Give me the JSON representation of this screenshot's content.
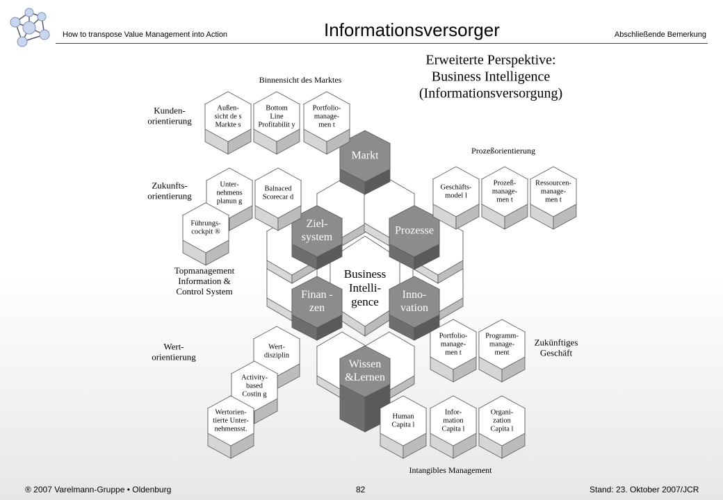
{
  "header": {
    "left_text": "How to transpose Value Management into Action",
    "title": "Informationsversorger",
    "right_text": "Abschließende Bemerkung"
  },
  "footer": {
    "left_text": "® 2007 Varelmann-Gruppe • Oldenburg",
    "page_number": "82",
    "right_text": "Stand: 23. Oktober 2007/JCR"
  },
  "diagram": {
    "heading": [
      "Erweiterte Perspektive:",
      "Business Intelligence",
      "(Informationsversorgung)"
    ],
    "center": [
      "Business",
      "Intelli-",
      "gence"
    ],
    "core_hexes": [
      [
        "Markt"
      ],
      [
        "Ziel-",
        "system"
      ],
      [
        "Prozesse"
      ],
      [
        "Finan -",
        "zen"
      ],
      [
        "Inno-",
        "vation"
      ],
      [
        "Wissen",
        "&Lernen"
      ]
    ],
    "group_labels": [
      [
        "Binnensicht des Marktes"
      ],
      [
        "Kunden-",
        "orientierung"
      ],
      [
        "Zukunfts-",
        "orientierung"
      ],
      [
        "Topmanagement",
        "Information &",
        "Control System"
      ],
      [
        "Wert-",
        "orientierung"
      ],
      [
        "Prozeßorientierung"
      ],
      [
        "Zukünftiges",
        "Geschäft"
      ],
      [
        "Intangibles Management"
      ]
    ],
    "satellite_hexes": [
      [
        "Außen-",
        "sicht de  s",
        "Markte  s"
      ],
      [
        "Bottom",
        "Line",
        "Profitabilit     y"
      ],
      [
        "Portfolio-",
        "manage-",
        "men t"
      ],
      [
        "Unter-",
        "nehmens",
        "planun g"
      ],
      [
        "Balnaced",
        "Scorecar d"
      ],
      [
        "Führungs-",
        "cockpit ®"
      ],
      [
        "Geschäfts-",
        "model l"
      ],
      [
        "Prozeß-",
        "manage-",
        "men t"
      ],
      [
        "Ressourcen-",
        "manage-",
        "men t"
      ],
      [
        "Portfolio-",
        "manage-",
        "men t"
      ],
      [
        "Programm-",
        "manage-",
        "ment"
      ],
      [
        "Wert-",
        "disziplin"
      ],
      [
        "Activity-",
        "based",
        "Costin g"
      ],
      [
        "Wertorien-",
        "tierte Unter-",
        "nehmensst."
      ],
      [
        "Human",
        "Capita l"
      ],
      [
        "Infor-",
        "mation",
        "Capita l"
      ],
      [
        "Organi-",
        "zation",
        "Capita l"
      ]
    ]
  }
}
